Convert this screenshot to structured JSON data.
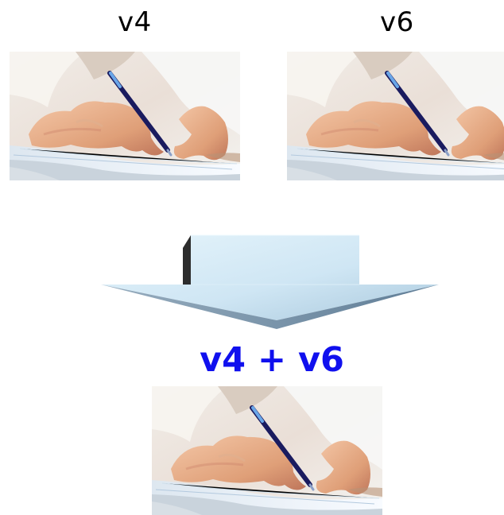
{
  "diagram": {
    "input_labels": [
      "v4",
      "v6"
    ],
    "result_label": "v4 + v6",
    "images": [
      {
        "name": "v4",
        "description": "hand-writing-photo"
      },
      {
        "name": "v6",
        "description": "hand-writing-photo"
      },
      {
        "name": "v4 + v6",
        "description": "hand-writing-photo"
      }
    ],
    "colors": {
      "result_text": "#1010ee",
      "arrow_top": "#cfe6f4",
      "arrow_side": "#6f8fa8",
      "arrow_shadow": "#2d2d2d"
    }
  }
}
